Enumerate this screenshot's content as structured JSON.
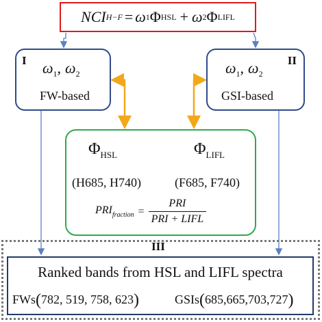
{
  "equation": {
    "lhs": "NCI",
    "lhs_sub": "H−F",
    "equals": "=",
    "term1_weight": "ω",
    "term1_weight_sub": "1",
    "term1_phi": "Φ",
    "term1_sub": "HSL",
    "plus": "+",
    "term2_weight": "ω",
    "term2_weight_sub": "2",
    "term2_phi": "Φ",
    "term2_sub": "LIFL"
  },
  "box_i": {
    "numeral": "I",
    "w1": "ω",
    "w1_sub": "1",
    "sep": ",",
    "w2": "ω",
    "w2_sub": "2",
    "basis": "FW-based"
  },
  "box_ii": {
    "numeral": "II",
    "w1": "ω",
    "w1_sub": "1",
    "sep": ",",
    "w2": "ω",
    "w2_sub": "2",
    "basis": "GSI-based"
  },
  "middle": {
    "phi_hsl": "Φ",
    "phi_hsl_sub": "HSL",
    "phi_lifl": "Φ",
    "phi_lifl_sub": "LIFL",
    "bands_hsl": "(H685, H740)",
    "bands_lifl": "(F685, F740)",
    "pri_lhs": "PRI",
    "pri_lhs_sub": "fraction",
    "pri_equals": "=",
    "pri_num": "PRI",
    "pri_den": "PRI + LIFL"
  },
  "section_iii": {
    "numeral": "III",
    "title": "Ranked bands from HSL and LIFL spectra",
    "fw_label": "FWs",
    "fw_values": "782, 519, 758, 623",
    "gsi_label": "GSIs",
    "gsi_values": "685,665,703,727",
    "open": "(",
    "close": ")"
  },
  "colors": {
    "red_border": "#e0191c",
    "blue_border": "#2f4a8a",
    "green_border": "#31a84a",
    "blue_arrow": "#5b7fc4",
    "orange_arrow": "#f2a81a",
    "dotted_border": "#777777"
  }
}
